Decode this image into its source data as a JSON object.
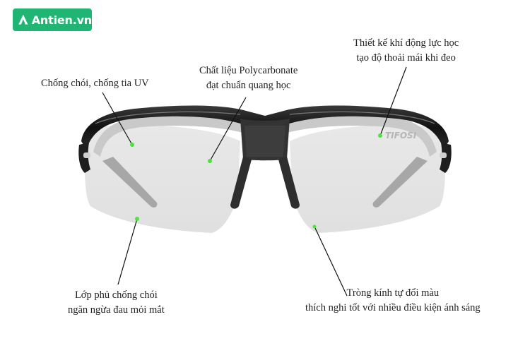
{
  "brand": {
    "name": "Antien.vn",
    "icon": "lightning-a-logo-icon",
    "color": "#21b573"
  },
  "product": {
    "lens_watermark": "TIFOSI"
  },
  "callouts": [
    {
      "id": "uv",
      "lines": [
        "Chống chói, chống tia UV"
      ]
    },
    {
      "id": "material",
      "lines": [
        "Chất liệu Polycarbonate",
        "đạt chuẩn quang học"
      ]
    },
    {
      "id": "aero",
      "lines": [
        "Thiết kế khí động lực học",
        "tạo độ thoải mái khi đeo"
      ]
    },
    {
      "id": "coating",
      "lines": [
        "Lớp phủ chống chói",
        "ngăn ngừa đau mỏi mắt"
      ]
    },
    {
      "id": "photochromic",
      "lines": [
        "Tròng kính tự đổi màu",
        "thích nghi tốt với nhiều điều kiện ánh sáng"
      ]
    }
  ],
  "colors": {
    "marker": "#4de33a",
    "leader": "#111111",
    "frame": "#1c1c1c",
    "lens": "#e4e4e4"
  }
}
